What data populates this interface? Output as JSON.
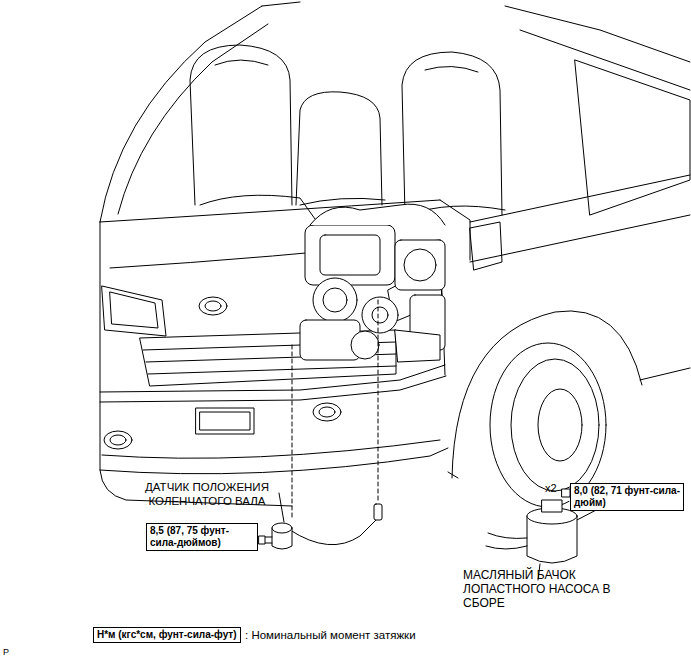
{
  "diagram": {
    "nodes": [
      {
        "text": [
          "8,0 (82, 71 фунт-сила-дюйм)"
        ]
      },
      {
        "text": [
          "8,5 (87, 75 фунт-сила-дюймов)"
        ]
      },
      {
        "text": [
          "Н*м (кгс*см, фунт-сила-фут)"
        ]
      }
    ],
    "labels": [
      "x2",
      "ДАТЧИК ПОЛОЖЕНИЯ КОЛЕНЧАТОГО ВАЛА",
      "МАСЛЯНЫЙ БАЧОК ЛОПАСТНОГО НАСОСА В СБОРЕ",
      ": Номинальный момент затяжки",
      "P"
    ]
  }
}
